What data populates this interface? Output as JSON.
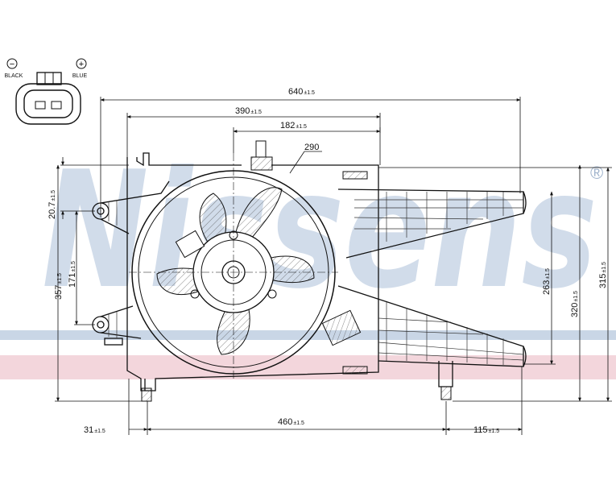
{
  "watermark": {
    "brand": "Nissens",
    "registered": "®",
    "brand_color": "#c9d6e6",
    "band_blue": "#c9d6e6",
    "band_pink": "#f3d6dc"
  },
  "connector": {
    "minus_symbol": "−",
    "plus_symbol": "+",
    "minus_wire_label": "BLACK",
    "plus_wire_label": "BLUE"
  },
  "dimensions": {
    "overall_width": {
      "value": "640",
      "tol": "±1.5"
    },
    "fan_center_offset": {
      "value": "390",
      "tol": "±1.5"
    },
    "inner_offset": {
      "value": "182",
      "tol": "±1.5"
    },
    "fan_diameter": "290",
    "top_mount": {
      "value": "20.7",
      "tol": "±1.5"
    },
    "left_height": {
      "value": "357",
      "tol": "±1.5"
    },
    "mount_spacing": {
      "value": "171",
      "tol": "±1.5"
    },
    "right_inner_height": {
      "value": "263",
      "tol": "±1.5"
    },
    "right_mid_height": {
      "value": "320",
      "tol": "±1.5"
    },
    "right_outer_height": {
      "value": "315",
      "tol": "±1.5"
    },
    "left_foot_offset": {
      "value": "31",
      "tol": "±1.5"
    },
    "foot_spacing": {
      "value": "460",
      "tol": "±1.5"
    },
    "right_foot_offset": {
      "value": "115",
      "tol": "±1.5"
    }
  }
}
